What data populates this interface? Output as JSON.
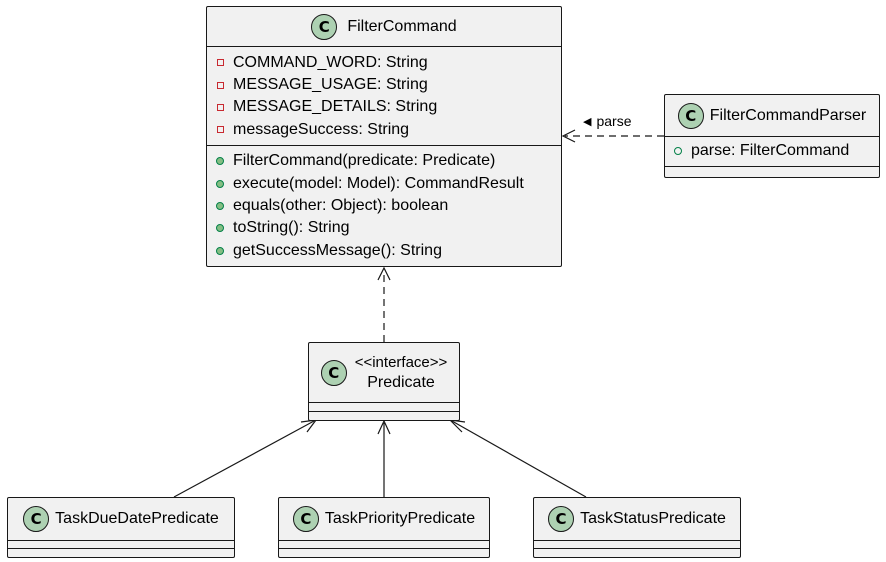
{
  "diagram": {
    "classes": {
      "filter_command": {
        "badge": "C",
        "name": "FilterCommand",
        "fields": [
          {
            "visibility": "private",
            "text": "COMMAND_WORD: String"
          },
          {
            "visibility": "private",
            "text": "MESSAGE_USAGE: String"
          },
          {
            "visibility": "private",
            "text": "MESSAGE_DETAILS: String"
          },
          {
            "visibility": "private",
            "text": "messageSuccess: String"
          }
        ],
        "methods": [
          {
            "visibility": "public",
            "text": "FilterCommand(predicate: Predicate)"
          },
          {
            "visibility": "public",
            "text": "execute(model: Model): CommandResult"
          },
          {
            "visibility": "public",
            "text": "equals(other: Object): boolean"
          },
          {
            "visibility": "public",
            "text": "toString(): String"
          },
          {
            "visibility": "public",
            "text": "getSuccessMessage(): String"
          }
        ]
      },
      "filter_command_parser": {
        "badge": "C",
        "name": "FilterCommandParser",
        "methods": [
          {
            "visibility": "public-hollow",
            "text": "parse: FilterCommand"
          }
        ]
      },
      "predicate": {
        "badge": "C",
        "stereotype": "<<interface>>",
        "name": "Predicate"
      },
      "task_due_date_predicate": {
        "badge": "C",
        "name": "TaskDueDatePredicate"
      },
      "task_priority_predicate": {
        "badge": "C",
        "name": "TaskPriorityPredicate"
      },
      "task_status_predicate": {
        "badge": "C",
        "name": "TaskStatusPredicate"
      }
    },
    "relations": {
      "parse_label": "parse",
      "parse_direction_marker": "◀"
    },
    "colors": {
      "class_fill": "#f1f1f1",
      "class_badge": "#add1b2",
      "border": "#181818",
      "private_marker": "#c82930",
      "public_marker": "#84be84"
    }
  }
}
